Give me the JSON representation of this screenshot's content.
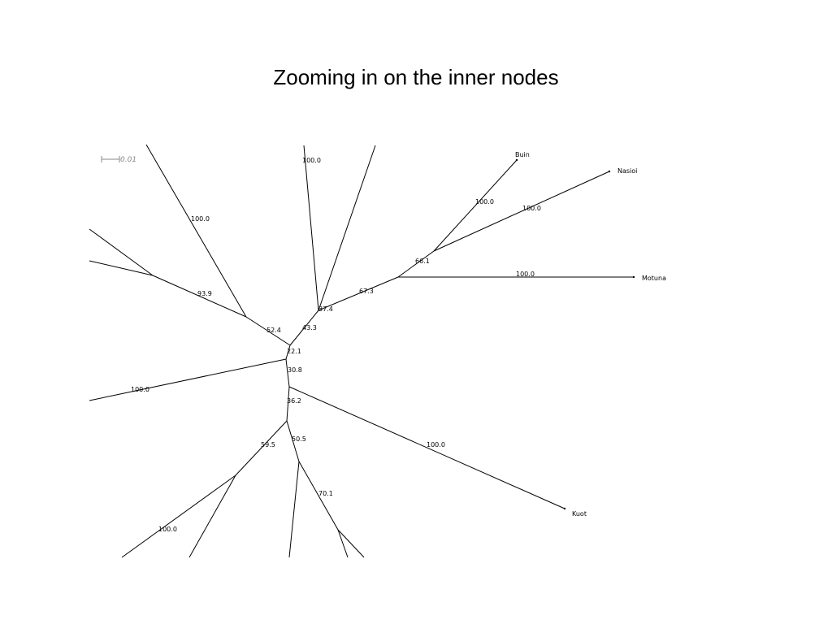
{
  "slide": {
    "title": "Zooming in on the inner nodes"
  },
  "scale_bar": {
    "label": "0.01"
  },
  "taxa": [
    "Buin",
    "Nasioi",
    "Motuna",
    "Kuot"
  ],
  "support_values": [
    "100.0",
    "100.0",
    "100.0",
    "100.0",
    "66.1",
    "100.0",
    "67.3",
    "37.4",
    "93.9",
    "52.4",
    "43.3",
    "22.1",
    "30.8",
    "100.0",
    "36.2",
    "100.0",
    "59.5",
    "50.5",
    "70.1",
    "100.0"
  ]
}
